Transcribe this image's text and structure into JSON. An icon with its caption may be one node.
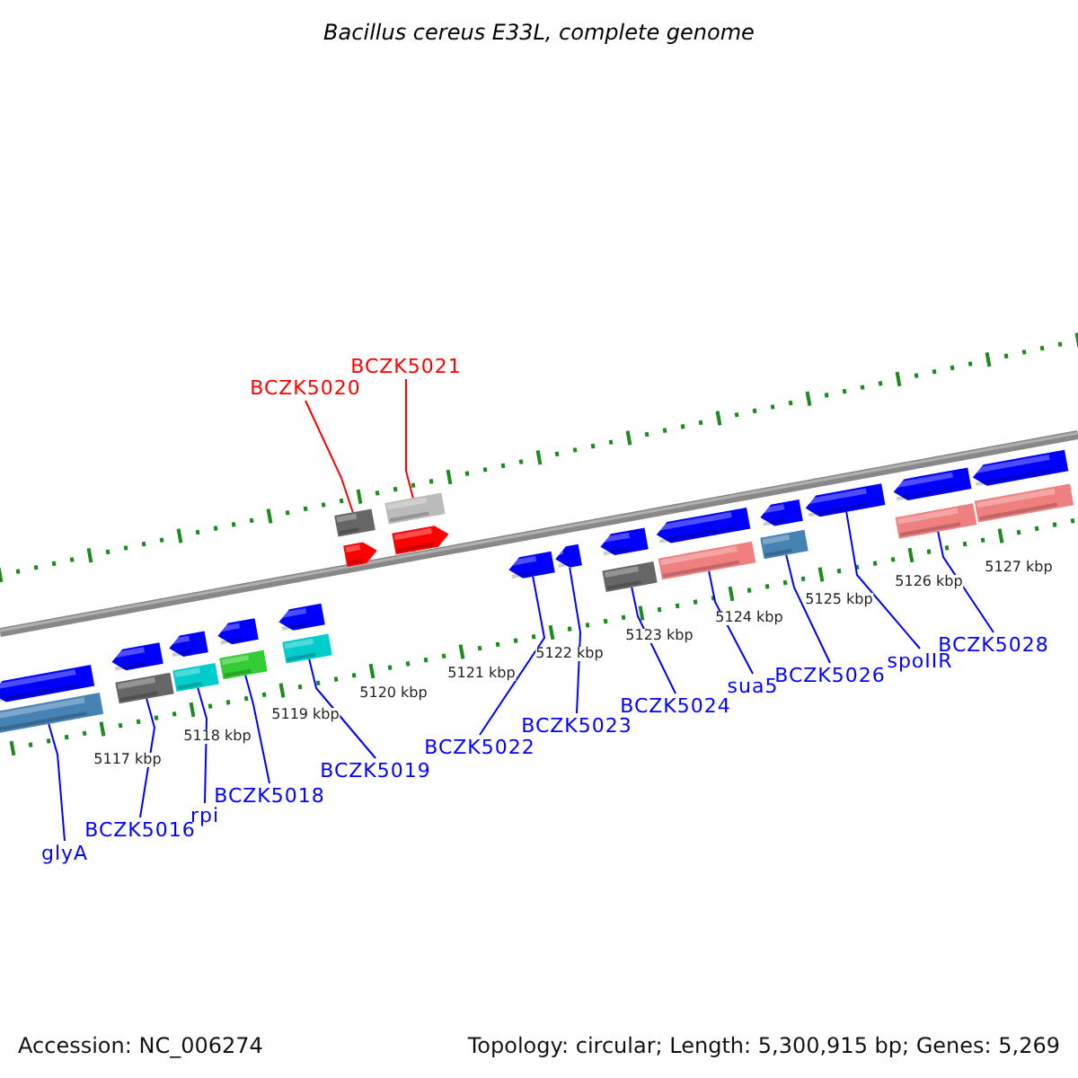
{
  "diagram": {
    "title": "Bacillus cereus E33L, complete genome",
    "nodes": [
      {
        "text": [
          "BCZK5020"
        ]
      },
      {
        "text": [
          "BCZK5021"
        ]
      },
      {
        "text": [],
        "shape": "bar"
      },
      {
        "text": [],
        "shape": "bar"
      },
      {
        "text": [],
        "shape": "pentagon"
      },
      {
        "text": [],
        "shape": "pentagon"
      },
      {
        "text": [],
        "shape": "pentagon"
      },
      {
        "text": [],
        "shape": "pentagon"
      },
      {
        "text": [],
        "shape": "pentagon"
      },
      {
        "text": [],
        "shape": "pentagon"
      },
      {
        "text": [],
        "shape": "pentagon"
      },
      {
        "text": [],
        "shape": "pentagon"
      },
      {
        "text": [],
        "shape": "pentagon"
      },
      {
        "text": [],
        "shape": "pentagon"
      },
      {
        "text": [],
        "shape": "pentagon"
      },
      {
        "text": [],
        "shape": "pentagon"
      },
      {
        "text": [],
        "shape": "pentagon"
      },
      {
        "text": [],
        "shape": "pentagon"
      },
      {
        "text": [],
        "shape": "pentagon"
      },
      {
        "text": [],
        "shape": "bar"
      },
      {
        "text": [],
        "shape": "bar"
      },
      {
        "text": [],
        "shape": "bar"
      },
      {
        "text": [],
        "shape": "bar"
      },
      {
        "text": [],
        "shape": "bar"
      },
      {
        "text": [],
        "shape": "bar"
      },
      {
        "text": [],
        "shape": "bar"
      },
      {
        "text": [],
        "shape": "bar"
      },
      {
        "text": [],
        "shape": "bar"
      },
      {
        "text": [],
        "shape": "bar"
      },
      {
        "text": [
          "glyA"
        ]
      },
      {
        "text": [
          "BCZK5016"
        ]
      },
      {
        "text": [
          "rpi"
        ]
      },
      {
        "text": [
          "BCZK5018"
        ]
      },
      {
        "text": [
          "BCZK5019"
        ]
      },
      {
        "text": [
          "BCZK5022"
        ]
      },
      {
        "text": [
          "BCZK5023"
        ]
      },
      {
        "text": [
          "BCZK5024"
        ]
      },
      {
        "text": [
          "sua5"
        ]
      },
      {
        "text": [
          "BCZK5026"
        ]
      },
      {
        "text": [
          "spoIIR"
        ]
      },
      {
        "text": [
          "BCZK5028"
        ]
      }
    ],
    "edges": [
      {
        "from": 0,
        "to": 2,
        "arrow": "none",
        "color": "#ff0000"
      },
      {
        "from": 1,
        "to": 3,
        "arrow": "none",
        "color": "#ff0000"
      },
      {
        "from": 29,
        "to": 19,
        "arrow": "none"
      },
      {
        "from": 30,
        "to": 20,
        "arrow": "none"
      },
      {
        "from": 31,
        "to": 21,
        "arrow": "none"
      },
      {
        "from": 32,
        "to": 22,
        "arrow": "none"
      },
      {
        "from": 33,
        "to": 23,
        "arrow": "none"
      },
      {
        "from": 34,
        "to": 11,
        "arrow": "none"
      },
      {
        "from": 35,
        "to": 12,
        "arrow": "none"
      },
      {
        "from": 36,
        "to": 24,
        "arrow": "none"
      },
      {
        "from": 37,
        "to": 25,
        "arrow": "none"
      },
      {
        "from": 38,
        "to": 26,
        "arrow": "none"
      },
      {
        "from": 39,
        "to": 16,
        "arrow": "none"
      },
      {
        "from": 40,
        "to": 27,
        "arrow": "none"
      }
    ],
    "labels": [
      "5117 kbp",
      "5118 kbp",
      "5119 kbp",
      "5120 kbp",
      "5121 kbp",
      "5122 kbp",
      "5123 kbp",
      "5124 kbp",
      "5125 kbp",
      "5126 kbp",
      "5127 kbp",
      "Accession: NC_006274",
      "Topology: circular; Length: 5,300,915 bp; Genes: 5,269"
    ]
  }
}
